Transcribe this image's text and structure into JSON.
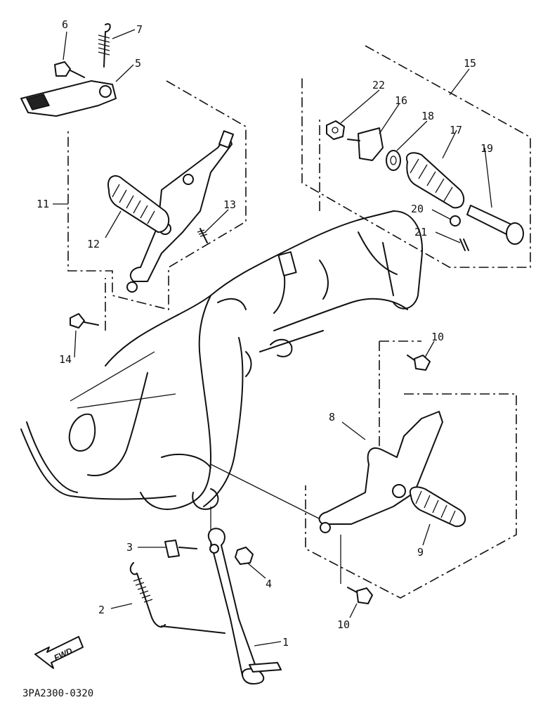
{
  "callouts": [
    {
      "id": "c1",
      "label": "1"
    },
    {
      "id": "c2",
      "label": "2"
    },
    {
      "id": "c3",
      "label": "3"
    },
    {
      "id": "c4",
      "label": "4"
    },
    {
      "id": "c5",
      "label": "5"
    },
    {
      "id": "c6",
      "label": "6"
    },
    {
      "id": "c7",
      "label": "7"
    },
    {
      "id": "c8",
      "label": "8"
    },
    {
      "id": "c9",
      "label": "9"
    },
    {
      "id": "c10a",
      "label": "10"
    },
    {
      "id": "c10b",
      "label": "10"
    },
    {
      "id": "c11",
      "label": "11"
    },
    {
      "id": "c12",
      "label": "12"
    },
    {
      "id": "c13",
      "label": "13"
    },
    {
      "id": "c14",
      "label": "14"
    },
    {
      "id": "c15",
      "label": "15"
    },
    {
      "id": "c16",
      "label": "16"
    },
    {
      "id": "c17",
      "label": "17"
    },
    {
      "id": "c18",
      "label": "18"
    },
    {
      "id": "c19",
      "label": "19"
    },
    {
      "id": "c20",
      "label": "20"
    },
    {
      "id": "c21",
      "label": "21"
    },
    {
      "id": "c22",
      "label": "22"
    }
  ],
  "direction_arrow": {
    "label": "FWD"
  },
  "drawing_code": "3PA2300-0320"
}
